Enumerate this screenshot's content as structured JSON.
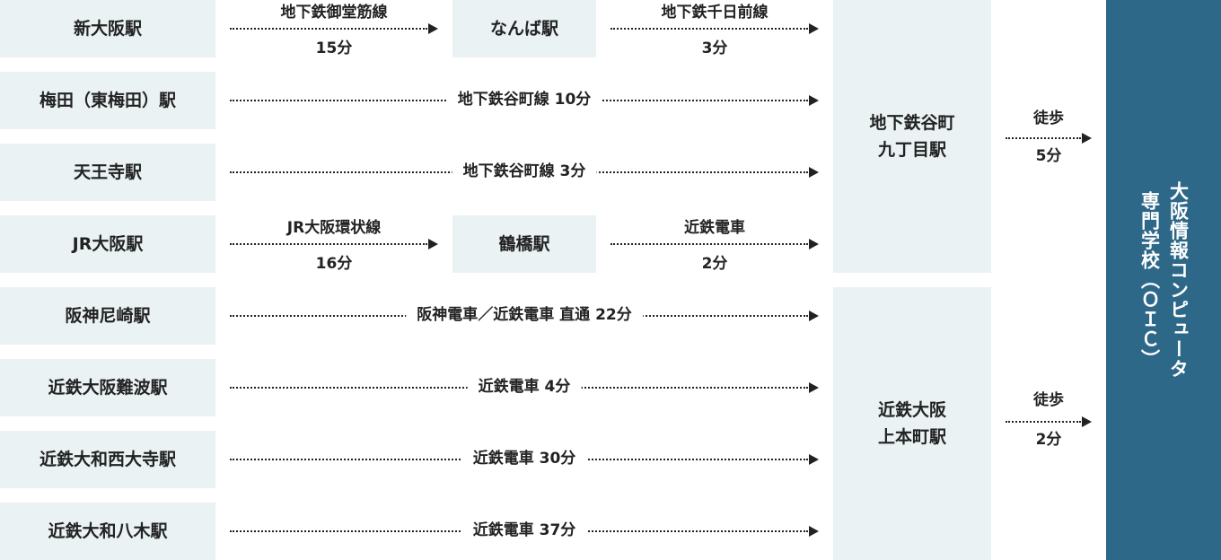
{
  "origins": [
    {
      "name": "新大阪駅"
    },
    {
      "name": "梅田（東梅田）駅"
    },
    {
      "name": "天王寺駅"
    },
    {
      "name": "JR大阪駅"
    },
    {
      "name": "阪神尼崎駅"
    },
    {
      "name": "近鉄大阪難波駅"
    },
    {
      "name": "近鉄大和西大寺駅"
    },
    {
      "name": "近鉄大和八木駅"
    }
  ],
  "transfers": {
    "namba": "なんば駅",
    "tsuruhashi": "鶴橋駅"
  },
  "routes": {
    "shinosaka_line": "地下鉄御堂筋線",
    "shinosaka_time": "15分",
    "namba_line": "地下鉄千日前線",
    "namba_time": "3分",
    "umeda": "地下鉄谷町線 10分",
    "tennoji": "地下鉄谷町線 3分",
    "jr_line": "JR大阪環状線",
    "jr_time": "16分",
    "tsuruhashi_line": "近鉄電車",
    "tsuruhashi_time": "2分",
    "amagasaki": "阪神電車／近鉄電車 直通 22分",
    "namba_kintetsu": "近鉄電車 4分",
    "saidaiji": "近鉄電車 30分",
    "yagi": "近鉄電車 37分"
  },
  "hubs": {
    "tanimachi_line1": "地下鉄谷町",
    "tanimachi_line2": "九丁目駅",
    "uehommachi_line1": "近鉄大阪",
    "uehommachi_line2": "上本町駅"
  },
  "walks": {
    "tanimachi_label": "徒歩",
    "tanimachi_time": "5分",
    "uehommachi_label": "徒歩",
    "uehommachi_time": "2分"
  },
  "destination": {
    "line1": "大阪情報コンピュータ",
    "line2": "専門学校（ＯＩＣ）"
  }
}
